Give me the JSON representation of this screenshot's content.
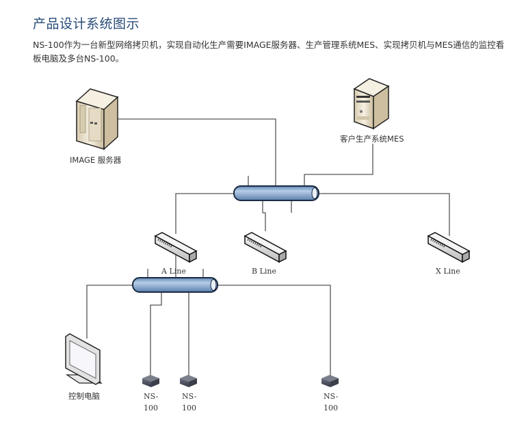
{
  "header": {
    "title": "产品设计系统图示",
    "description": "NS-100作为一台新型网络拷贝机，实现自动化生产需要IMAGE服务器、生产管理系统MES、实现拷贝机与MES通信的监控看板电脑及多台NS-100。"
  },
  "diagram": {
    "nodes": {
      "image_server": {
        "label": "IMAGE 服务器",
        "icon": "tower-server-icon"
      },
      "mes_server": {
        "label": "客户生产系统MES",
        "icon": "server-icon"
      },
      "switch_a": {
        "label": "A Line",
        "icon": "network-switch-icon"
      },
      "switch_b": {
        "label": "B Line",
        "icon": "network-switch-icon"
      },
      "switch_x": {
        "label": "X Line",
        "icon": "network-switch-icon"
      },
      "control_pc": {
        "label": "控制电脑",
        "icon": "monitor-icon"
      },
      "ns100_1": {
        "label_line1": "NS-",
        "label_line2": "100",
        "icon": "copier-device-icon"
      },
      "ns100_2": {
        "label_line1": "NS-",
        "label_line2": "100",
        "icon": "copier-device-icon"
      },
      "ns100_3": {
        "label_line1": "NS-",
        "label_line2": "100",
        "icon": "copier-device-icon"
      }
    },
    "buses": {
      "main_bus": {
        "icon": "network-bus-icon"
      },
      "line_a_bus": {
        "icon": "network-bus-icon"
      }
    },
    "colors": {
      "title": "#274a78",
      "bus_fill": "#8fb0d6",
      "bus_stroke": "#1a2a40",
      "line": "#555555",
      "server_fill": "#efe6d2",
      "device_fill": "#4a4f5c"
    }
  }
}
